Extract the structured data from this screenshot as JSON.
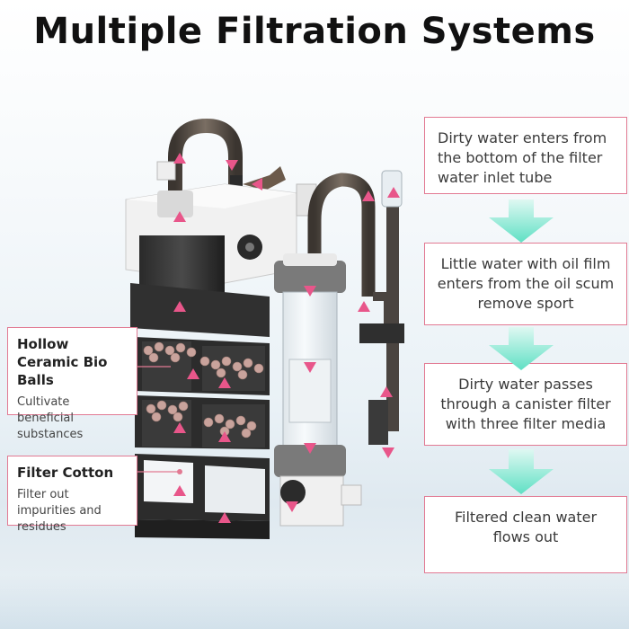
{
  "title": "Multiple Filtration Systems",
  "steps": [
    {
      "text": "Dirty water enters from the bottom of the filter water inlet tube"
    },
    {
      "text": "Little water with oil film enters from the oil scum remove sport"
    },
    {
      "text": "Dirty water passes through a canister filter with three filter media"
    },
    {
      "text": "Filtered clean water flows out"
    }
  ],
  "features": [
    {
      "heading": "Hollow Ceramic Bio Balls",
      "description": "Cultivate beneficial substances"
    },
    {
      "heading": "Filter Cotton",
      "description": "Filter out impurities and residues"
    }
  ],
  "colors": {
    "accent_pink": "#e27a93",
    "arrow_teal": "#5fe0c4",
    "flow_arrow": "#e8568a"
  },
  "icons": [
    "flow-arrow-down-icon",
    "flow-arrow-up-icon"
  ]
}
